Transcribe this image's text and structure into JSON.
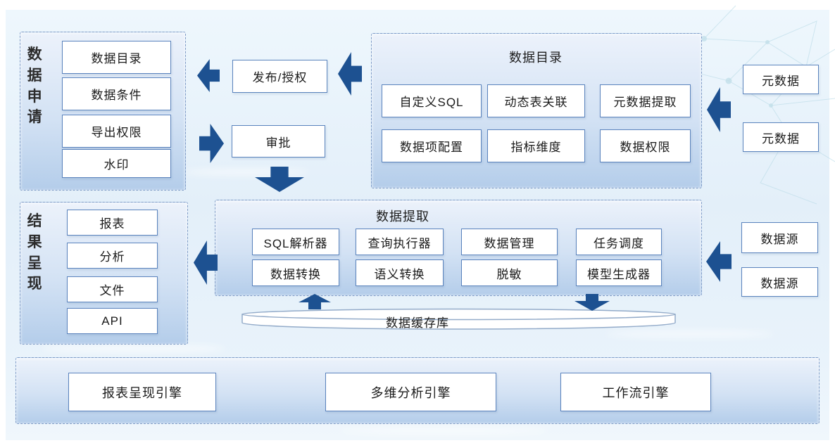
{
  "colors": {
    "arrow": "#1d5191",
    "box_border": "#5a83bd",
    "zone_border_dashed": "#7e9bc6",
    "zone_fill_top": "#ecf2fb",
    "zone_fill_bottom": "#b4cdea",
    "backdrop": "#e6f1fa"
  },
  "sections": {
    "data_application": {
      "title": "数据申请",
      "items": [
        "数据目录",
        "数据条件",
        "导出权限",
        "水印"
      ]
    },
    "result_presentation": {
      "title": "结果呈现",
      "items": [
        "报表",
        "分析",
        "文件",
        "API"
      ]
    },
    "flow": {
      "publish": "发布/授权",
      "approve": "审批"
    },
    "data_catalog": {
      "title": "数据目录",
      "items": [
        "自定义SQL",
        "动态表关联",
        "元数据提取",
        "数据项配置",
        "指标维度",
        "数据权限"
      ]
    },
    "data_extraction": {
      "title": "数据提取",
      "items": [
        "SQL解析器",
        "查询执行器",
        "数据管理",
        "任务调度",
        "数据转换",
        "语义转换",
        "脱敏",
        "模型生成器"
      ]
    },
    "cache": {
      "label": "数据缓存库"
    },
    "metadata_inputs": [
      "元数据",
      "元数据"
    ],
    "datasource_inputs": [
      "数据源",
      "数据源"
    ],
    "engines": [
      "报表呈现引擎",
      "多维分析引擎",
      "工作流引擎"
    ]
  }
}
